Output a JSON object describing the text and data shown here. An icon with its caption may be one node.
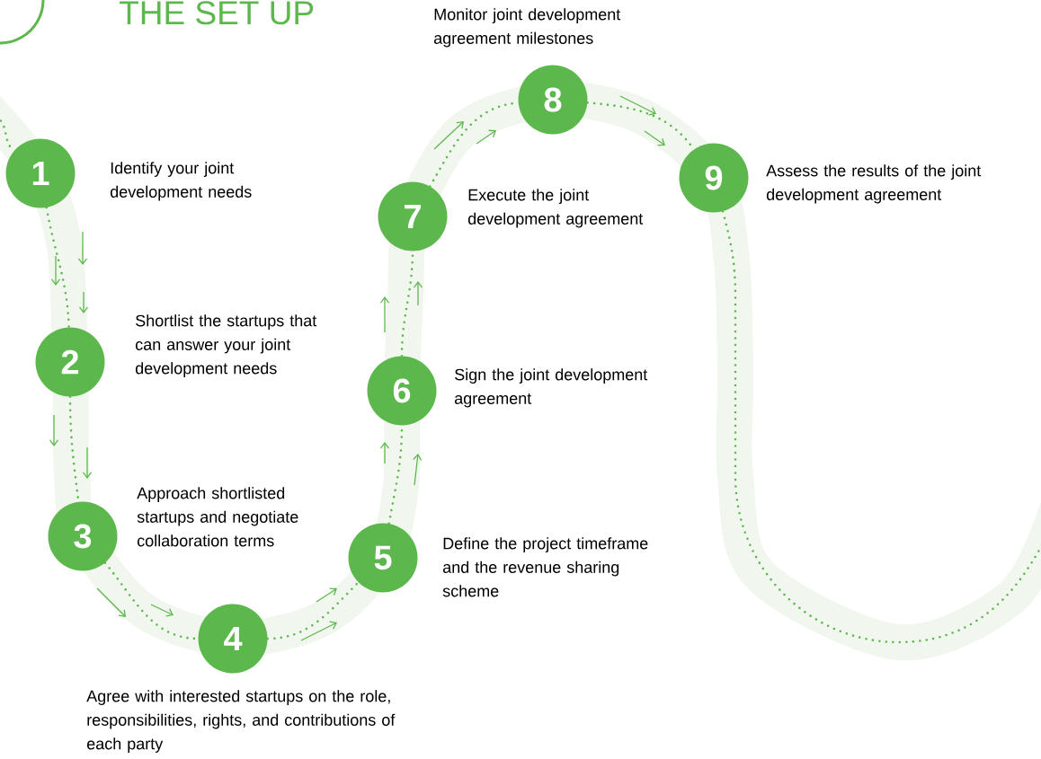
{
  "diagram": {
    "title": "THE SET UP",
    "nodes": [
      {
        "text": [
          "1"
        ],
        "beside": [
          "Identify your joint development needs"
        ]
      },
      {
        "text": [
          "2"
        ],
        "beside": [
          "Shortlist the startups that can answer your joint development needs"
        ]
      },
      {
        "text": [
          "3"
        ],
        "beside": [
          "Approach shortlisted startups and negotiate collaboration terms"
        ]
      },
      {
        "text": [
          "4"
        ],
        "beside": [
          "Agree with interested startups on the role, responsibilities, rights, and contributions of each party"
        ]
      },
      {
        "text": [
          "5"
        ],
        "beside": [
          "Define the project timeframe and the revenue sharing scheme"
        ]
      },
      {
        "text": [
          "6"
        ],
        "beside": [
          "Sign the joint development agreement"
        ]
      },
      {
        "text": [
          "7"
        ],
        "beside": [
          "Execute the joint development agreement"
        ]
      },
      {
        "text": [
          "8"
        ],
        "beside": [
          "Monitor joint development agreement milestones"
        ]
      },
      {
        "text": [
          "9"
        ],
        "beside": [
          "Assess the results of the joint development agreement"
        ]
      }
    ],
    "edges": [
      {
        "from": null,
        "to": 0,
        "arrow": "none"
      },
      {
        "from": 0,
        "to": 1,
        "arrow": "none"
      },
      {
        "from": 1,
        "to": 2,
        "arrow": "none"
      },
      {
        "from": 2,
        "to": 3,
        "arrow": "none"
      },
      {
        "from": 3,
        "to": 4,
        "arrow": "none"
      },
      {
        "from": 4,
        "to": 5,
        "arrow": "none"
      },
      {
        "from": 5,
        "to": 6,
        "arrow": "none"
      },
      {
        "from": 6,
        "to": 7,
        "arrow": "none"
      },
      {
        "from": 7,
        "to": 8,
        "arrow": "none"
      },
      {
        "from": 8,
        "to": null,
        "arrow": "none"
      }
    ]
  }
}
